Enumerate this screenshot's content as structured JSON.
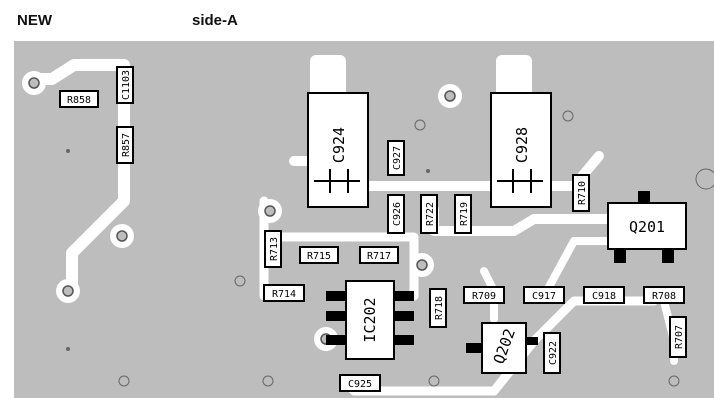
{
  "header": {
    "left_label": "NEW",
    "right_label": "side-A"
  },
  "board": {
    "colors": {
      "background": "#bdbdbd",
      "copper": "#ffffff",
      "silk": "#000000",
      "part_fill": "#d9d9d9"
    },
    "components": {
      "R858": "R858",
      "C1103": "C1103",
      "R857": "R857",
      "C924": "C924",
      "C927": "C927",
      "C926": "C926",
      "R722": "R722",
      "R719": "R719",
      "C928": "C928",
      "R710": "R710",
      "Q201": "Q201",
      "R713": "R713",
      "R715": "R715",
      "R717": "R717",
      "R714": "R714",
      "IC202": "IC202",
      "R718": "R718",
      "R709": "R709",
      "C917": "C917",
      "C918": "C918",
      "R708": "R708",
      "R707": "R707",
      "Q202": "Q202",
      "C922": "C922",
      "C925": "C925"
    }
  }
}
